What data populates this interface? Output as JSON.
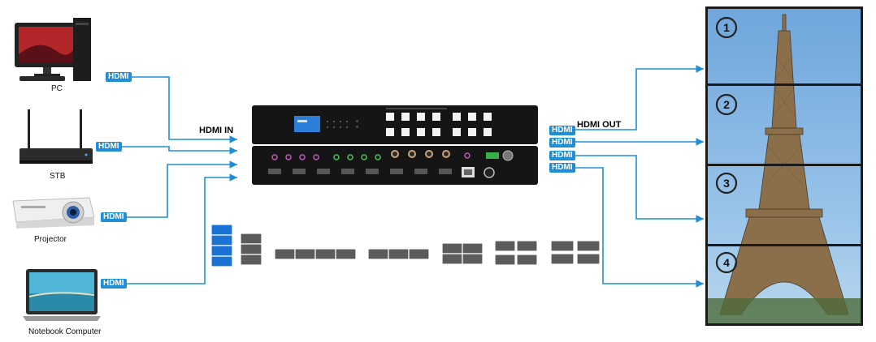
{
  "sources": [
    {
      "label": "PC",
      "port": "HDMI"
    },
    {
      "label": "STB",
      "port": "HDMI"
    },
    {
      "label": "Projector",
      "port": "HDMI"
    },
    {
      "label": "Notebook Computer",
      "port": "HDMI"
    }
  ],
  "hdmi_in_label": "HDMI IN",
  "hdmi_out_label": "HDMI OUT",
  "outputs": [
    {
      "port": "HDMI",
      "number": "1"
    },
    {
      "port": "HDMI",
      "number": "2"
    },
    {
      "port": "HDMI",
      "number": "3"
    },
    {
      "port": "HDMI",
      "number": "4"
    }
  ],
  "colors": {
    "line": "#1e8fd6",
    "tag": "#1e8fd6",
    "tile_active": "#1a73d4",
    "tile_gray": "#5b5b5b"
  }
}
